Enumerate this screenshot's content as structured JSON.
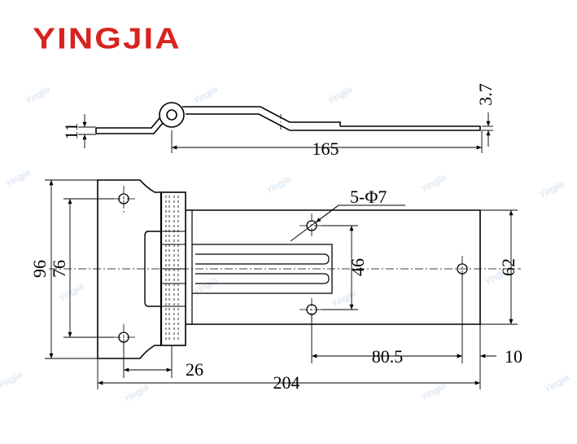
{
  "brand": {
    "name": "YINGJIA",
    "color": "#d8231f"
  },
  "watermark": {
    "text": "Yingjia",
    "color": "#c9d9ec"
  },
  "drawing": {
    "line_color": "#000000",
    "dimensions": {
      "plate_thickness": "11",
      "knuckle": "3.7",
      "side_length": "165",
      "leaf_height": "96",
      "hole_spacing_left": "76",
      "holes": "5-Φ7",
      "hole_spacing_right": "46",
      "strap_height": "62",
      "knuckle_offset": "26",
      "hole_offset": "80.5",
      "edge_offset": "10",
      "total_length": "204"
    }
  }
}
